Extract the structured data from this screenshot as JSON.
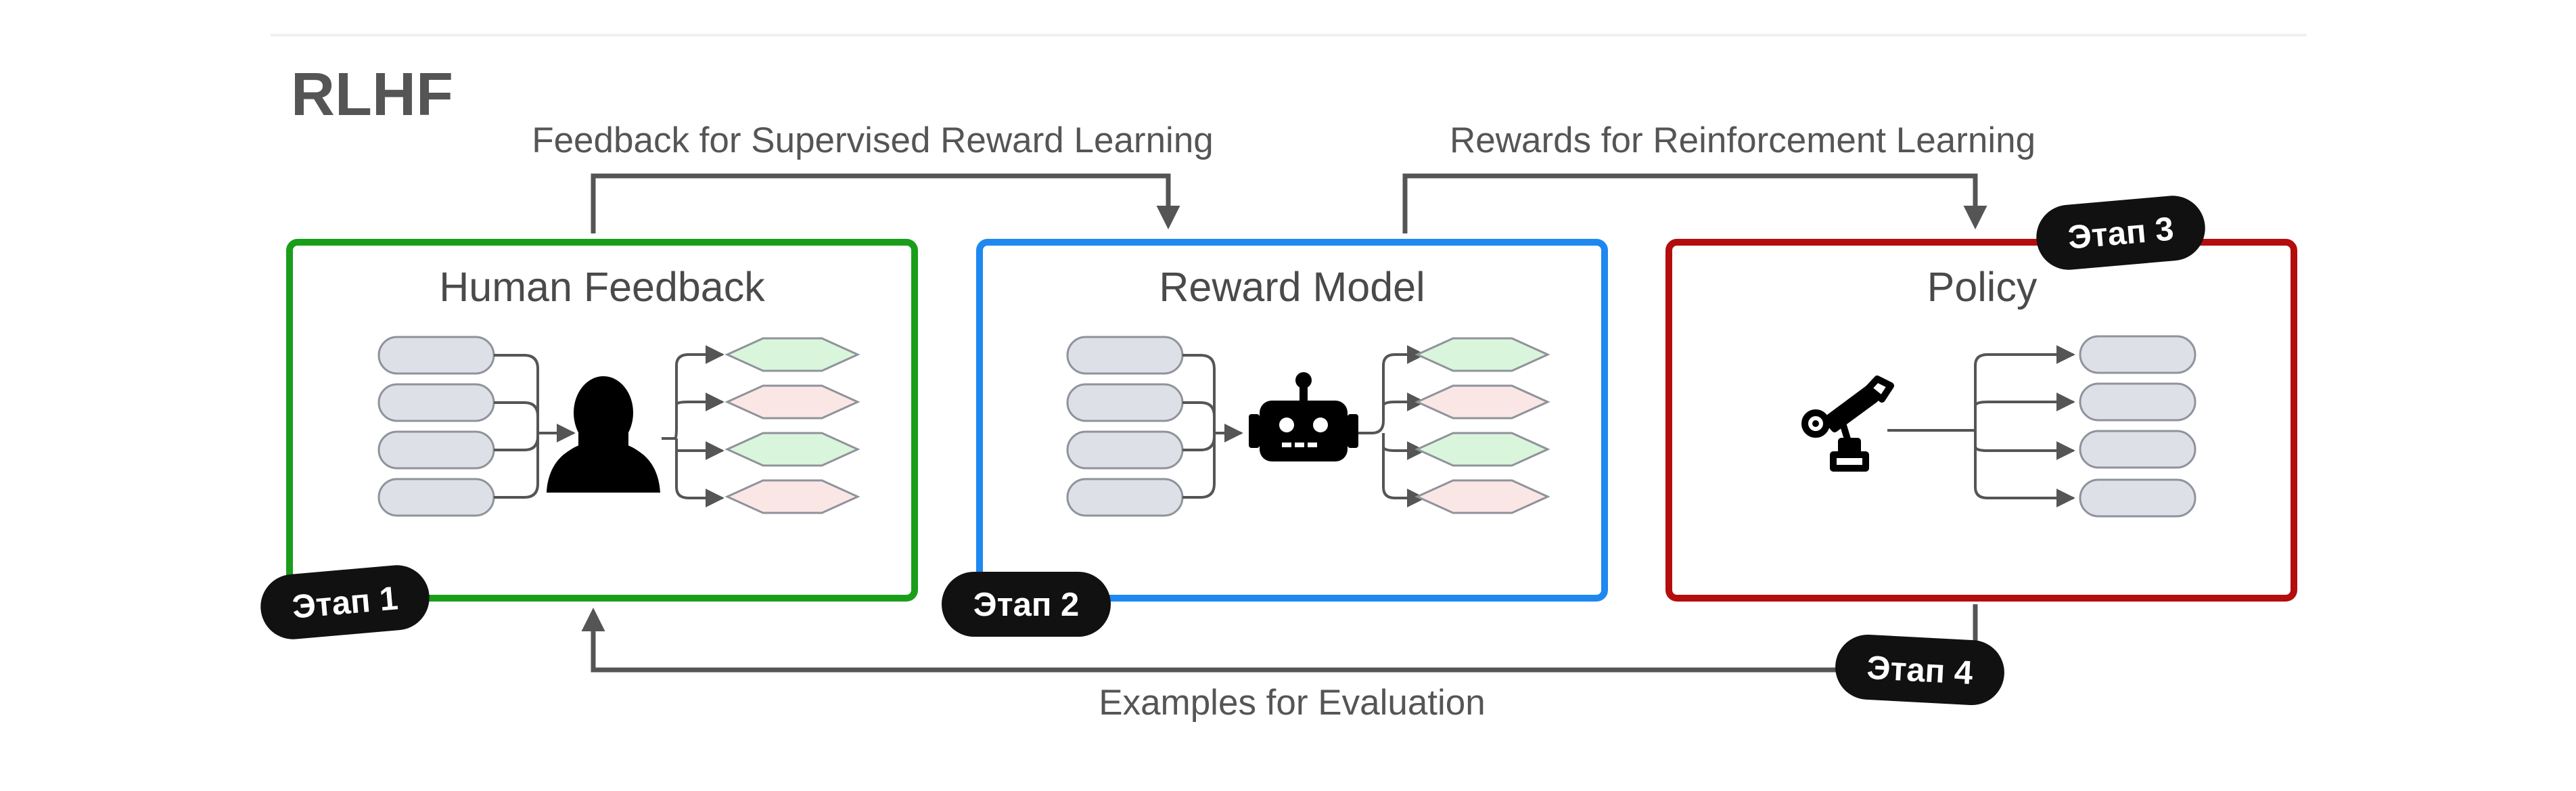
{
  "title": "RLHF",
  "arrows": {
    "top_left_label": "Feedback for Supervised Reward Learning",
    "top_right_label": "Rewards for Reinforcement Learning",
    "bottom_label": "Examples for Evaluation"
  },
  "panels": [
    {
      "id": "human-feedback",
      "title": "Human Feedback",
      "border_color": "#1a9e1a",
      "icon": "person-silhouette-icon"
    },
    {
      "id": "reward-model",
      "title": "Reward Model",
      "border_color": "#1e88f0",
      "icon": "robot-icon"
    },
    {
      "id": "policy",
      "title": "Policy",
      "border_color": "#b40d0d",
      "icon": "robotic-arm-icon"
    }
  ],
  "badges": [
    {
      "id": "stage-1",
      "label": "Этап 1"
    },
    {
      "id": "stage-2",
      "label": "Этап 2"
    },
    {
      "id": "stage-3",
      "label": "Этап 3"
    },
    {
      "id": "stage-4",
      "label": "Этап 4"
    }
  ],
  "colors": {
    "arrow": "#555555",
    "pill_fill": "#dde0e6",
    "diamond_green": "#d9f5dc",
    "diamond_pink": "#fbe6e6",
    "badge": "#111111"
  }
}
